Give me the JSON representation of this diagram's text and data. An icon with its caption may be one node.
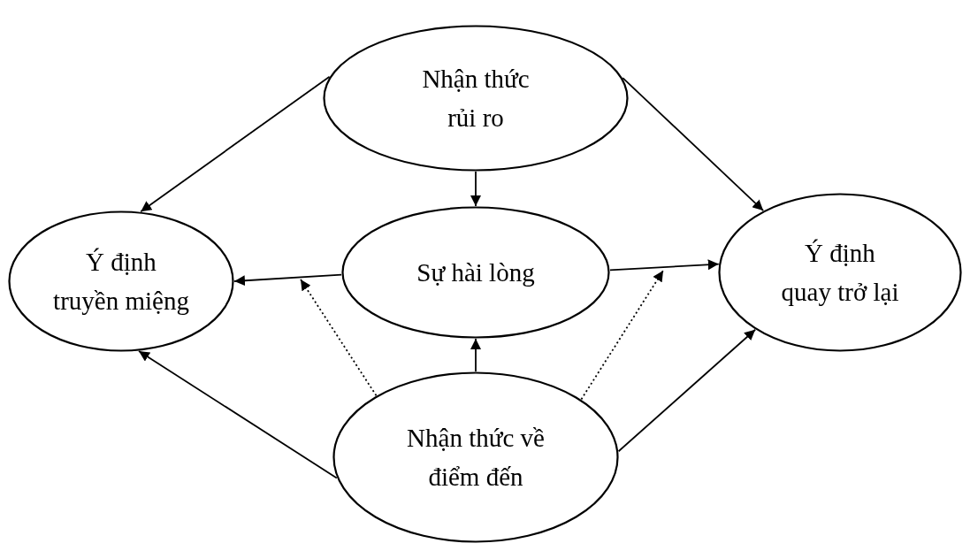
{
  "diagram": {
    "nodes": [
      {
        "text": [
          "Nhận thức rủi ro"
        ]
      },
      {
        "text": [
          "Ý định truyền miệng"
        ]
      },
      {
        "text": [
          "Sự hài lòng"
        ]
      },
      {
        "text": [
          "Ý định quay trở lại"
        ]
      },
      {
        "text": [
          "Nhận thức về điểm đến"
        ]
      }
    ],
    "edges": [
      {
        "from": 0,
        "to": 1,
        "arrow": "to"
      },
      {
        "from": 0,
        "to": 2,
        "arrow": "to"
      },
      {
        "from": 0,
        "to": 3,
        "arrow": "to"
      },
      {
        "from": 2,
        "to": 1,
        "arrow": "to"
      },
      {
        "from": 2,
        "to": 3,
        "arrow": "to"
      },
      {
        "from": 4,
        "to": 1,
        "arrow": "to"
      },
      {
        "from": 4,
        "to": 2,
        "arrow": "to"
      },
      {
        "from": 4,
        "to": 3,
        "arrow": "to"
      },
      {
        "from": 4,
        "to": null,
        "arrow": "to",
        "style": "dashed"
      },
      {
        "from": 4,
        "to": null,
        "arrow": "to",
        "style": "dashed"
      }
    ]
  }
}
